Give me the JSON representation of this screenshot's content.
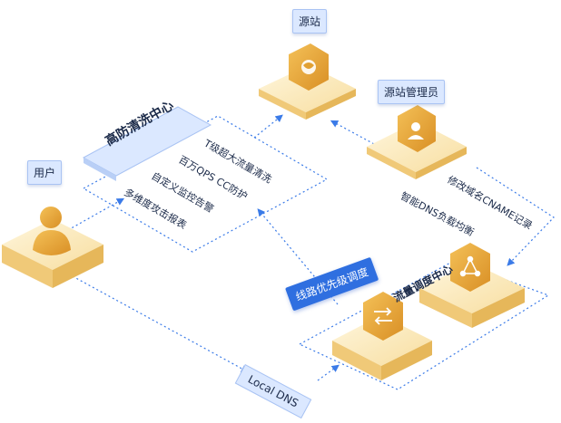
{
  "nodes": {
    "origin": "源站",
    "admin": "源站管理员",
    "user": "用户",
    "scrubbing_center": "高防清洗中心",
    "dns_lb": "智能DNS负载均衡",
    "dispatch_center": "流量调度中心",
    "local_dns": "Local DNS"
  },
  "features": [
    "T级超大流量清洗",
    "百万QPS CC防护",
    "自定义监控告警",
    "多维度攻击报表"
  ],
  "edges": {
    "cname": "修改域名CNAME记录",
    "priority": "线路优先级调度"
  },
  "colors": {
    "accent": "#2f6fe0",
    "platform_top": "#fbe7b4",
    "icon_gold": "#e1a032",
    "panel_blue": "#dbe8ff",
    "dotted_line": "#3b7be8"
  }
}
